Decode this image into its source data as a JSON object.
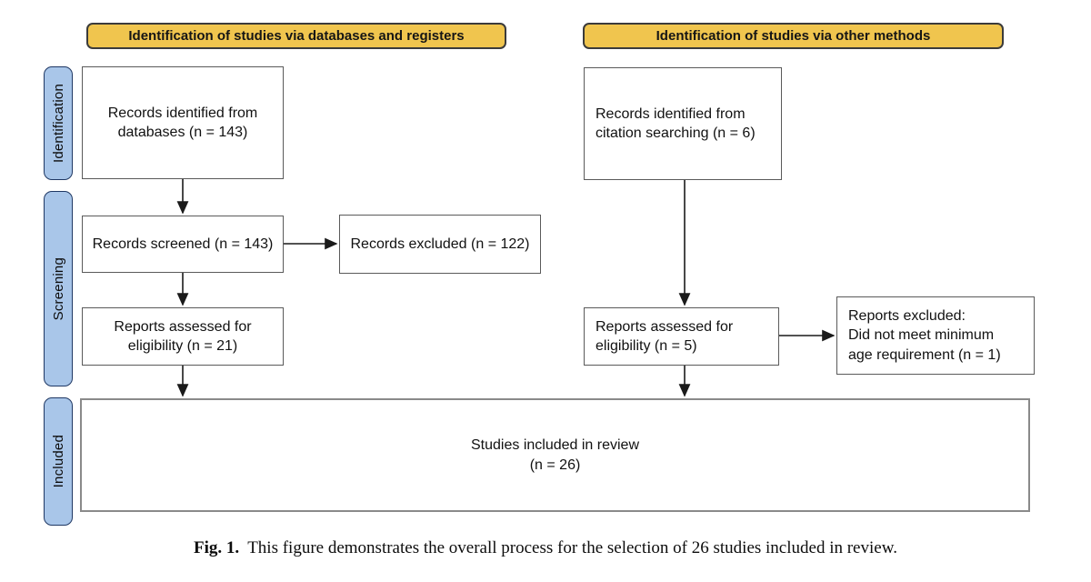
{
  "banners": {
    "left": "Identification of studies via databases and registers",
    "right": "Identification of studies via other methods"
  },
  "stages": {
    "identification": "Identification",
    "screening": "Screening",
    "included": "Included"
  },
  "boxes": {
    "records_identified_databases": "Records identified from\ndatabases (n = 143)",
    "records_screened": "Records screened (n = 143)",
    "records_excluded": "Records excluded (n = 122)",
    "reports_assessed_databases": "Reports assessed for\neligibility (n = 21)",
    "records_identified_citation": "Records identified from\ncitation searching (n = 6)",
    "reports_assessed_citation": "Reports assessed for\neligibility (n = 5)",
    "reports_excluded_citation": "Reports excluded:\nDid not meet minimum\nage requirement (n = 1)",
    "studies_included": "Studies included in review\n(n = 26)"
  },
  "caption": {
    "label": "Fig. 1.",
    "text": "This figure demonstrates the overall process for the selection of 26 studies included in review."
  },
  "colors": {
    "banner_fill": "#F0C54E",
    "banner_border": "#3b3b3b",
    "stage_fill": "#A9C6E9",
    "stage_border": "#1F3864",
    "box_border": "#5a5a5a",
    "big_box_border": "#8a8a8a",
    "arrow": "#1a1a1a"
  }
}
